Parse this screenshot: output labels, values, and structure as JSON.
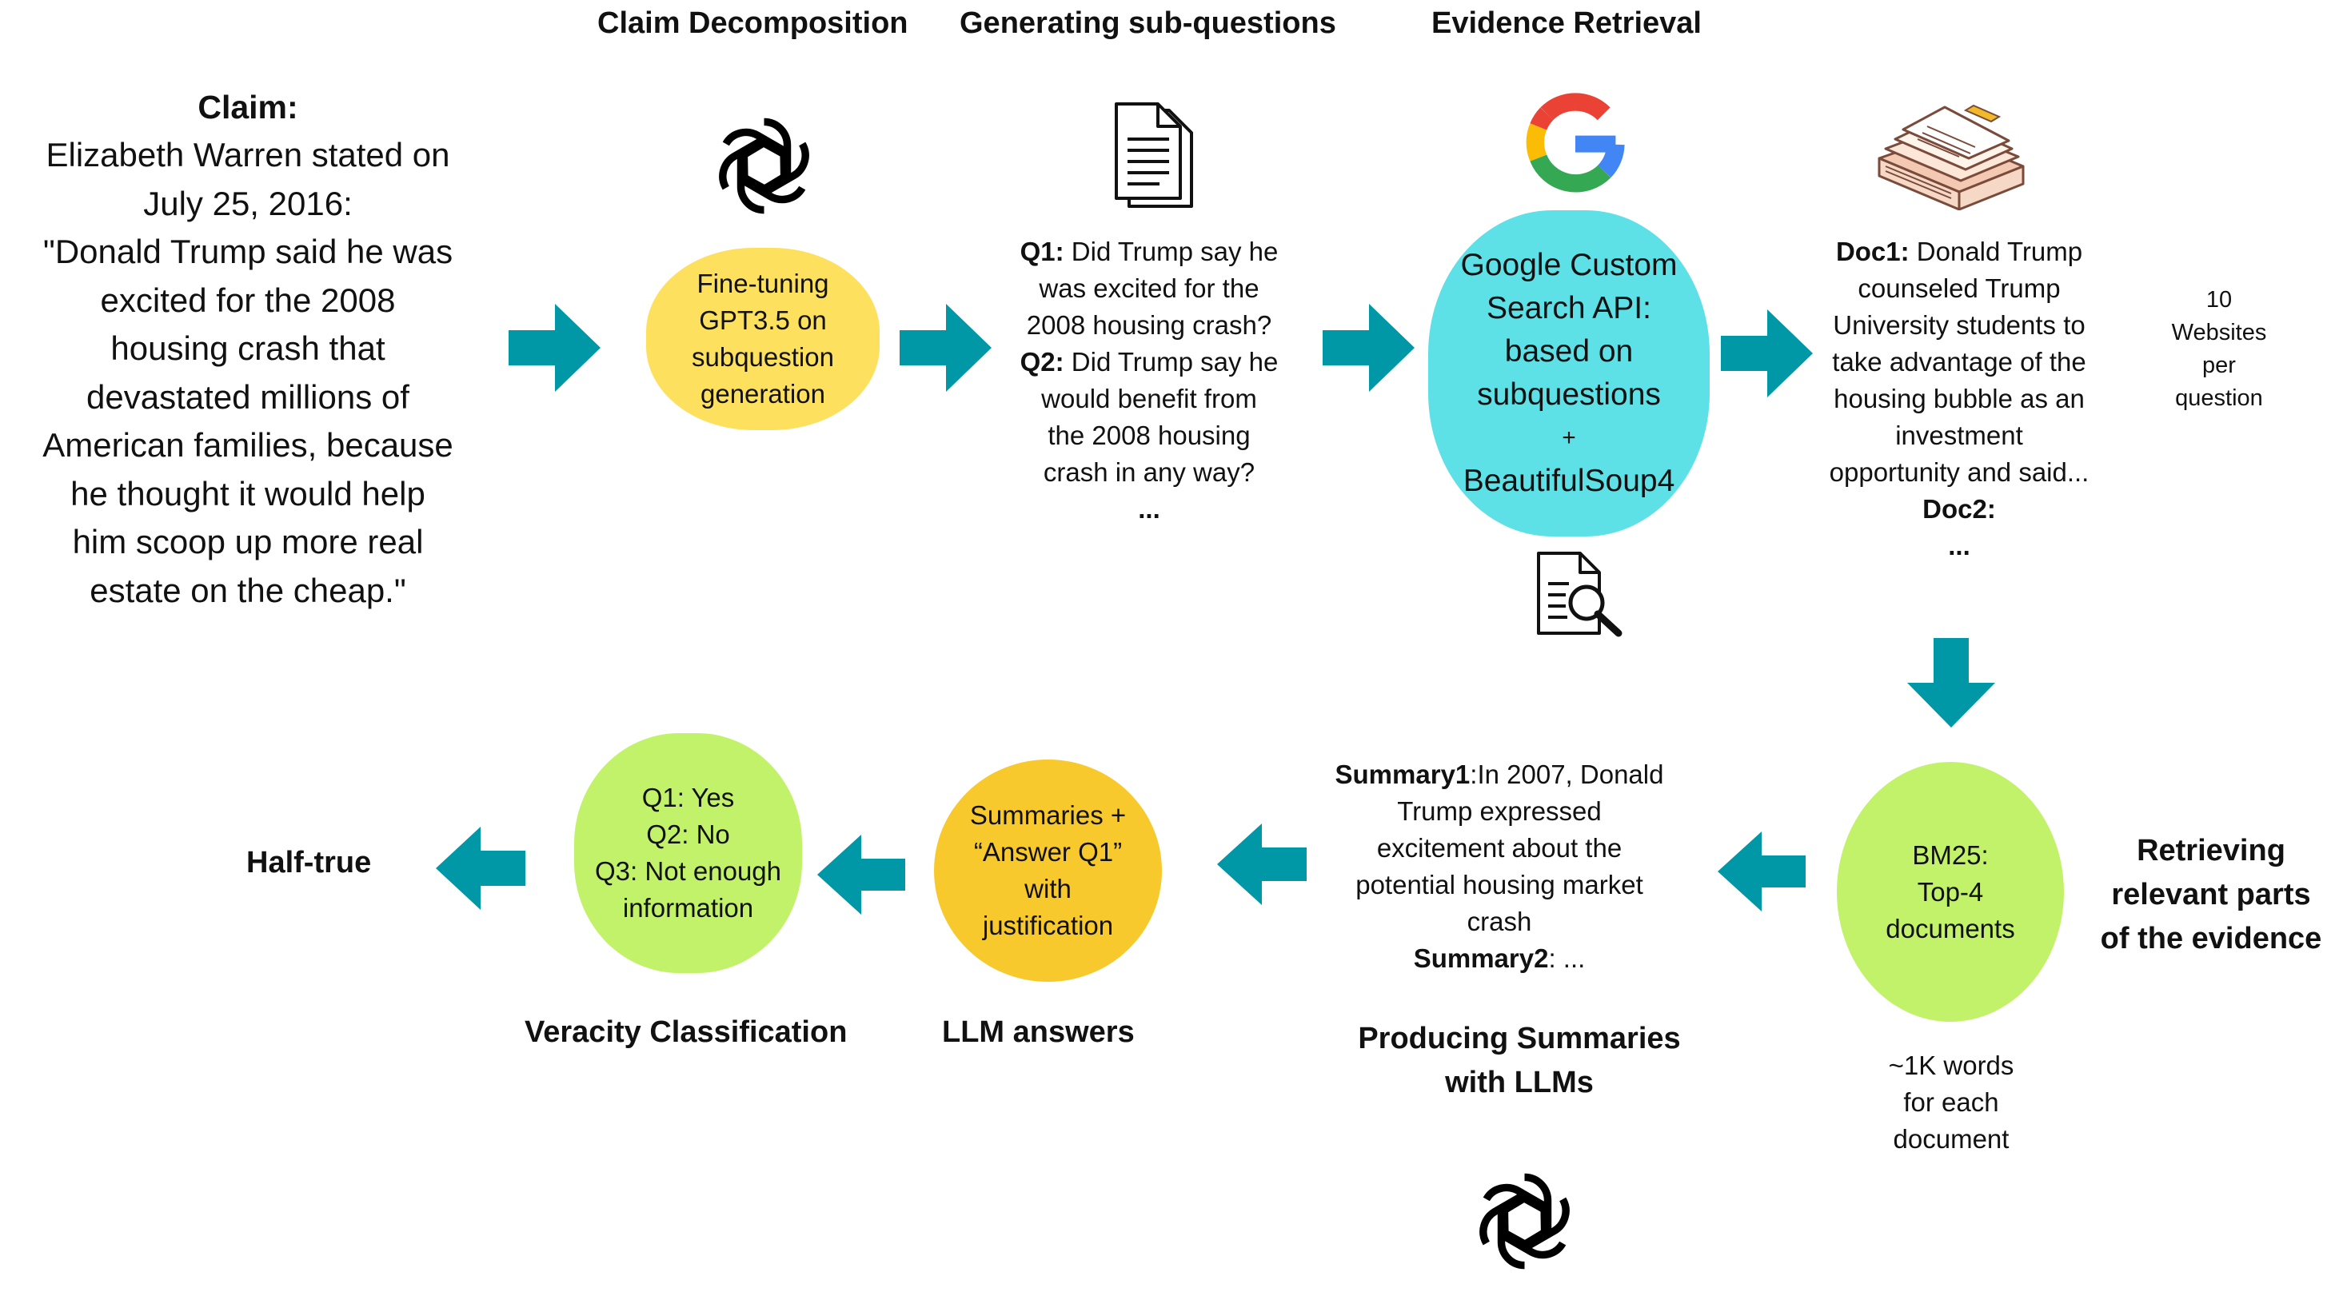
{
  "stage_titles": {
    "claim_decomposition": "Claim Decomposition",
    "generating_subquestions": "Generating sub-questions",
    "evidence_retrieval": "Evidence Retrieval",
    "retrieving_relevant": [
      "Retrieving",
      "relevant parts",
      "of the evidence"
    ],
    "producing_summaries": [
      "Producing Summaries",
      "with LLMs"
    ],
    "llm_answers": "LLM answers",
    "veracity_classification": "Veracity Classification"
  },
  "claim": {
    "label": "Claim:",
    "lines": [
      "Elizabeth Warren stated on",
      "July 25, 2016:",
      "\"Donald Trump said he was",
      "excited for the 2008",
      "housing crash that",
      "devastated millions of",
      "American families, because",
      "he thought it would help",
      "him scoop up more real",
      "estate on the cheap.\""
    ]
  },
  "finetune_node": [
    "Fine-tuning",
    "GPT3.5 on",
    "subquestion",
    "generation"
  ],
  "subquestions": {
    "q1_label": "Q1:",
    "q1_lines": [
      " Did Trump say he",
      "was excited for the",
      "2008 housing crash?"
    ],
    "q2_label": "Q2:",
    "q2_lines": [
      " Did Trump say he",
      "would benefit from",
      "the 2008 housing",
      "crash in any way?"
    ],
    "ellipsis": "..."
  },
  "search_node": [
    "Google Custom",
    "Search API:",
    "based on",
    "subquestions",
    "+",
    "BeautifulSoup4"
  ],
  "documents": {
    "doc1_label": "Doc1:",
    "doc1_lines": [
      " Donald Trump",
      "counseled Trump",
      "University students to",
      "take advantage of the",
      "housing bubble as an",
      "investment",
      "opportunity and said..."
    ],
    "doc2_label": "Doc2:",
    "ellipsis": "..."
  },
  "websites_note": [
    "10",
    "Websites",
    "per",
    "question"
  ],
  "bm25_node": [
    "BM25:",
    "Top-4",
    "documents"
  ],
  "words_note": [
    "~1K words",
    "for each",
    "document"
  ],
  "summaries": {
    "s1_label": "Summary1",
    "s1_lines": [
      ":In 2007, Donald",
      "Trump expressed",
      "excitement about the",
      "potential housing market",
      "crash"
    ],
    "s2_label": "Summary2",
    "s2_rest": ": ..."
  },
  "answer_node": [
    "Summaries +",
    "“Answer Q1”",
    "with",
    "justification"
  ],
  "verdict_node": [
    "Q1: Yes",
    "Q2: No",
    "Q3: Not enough",
    "information"
  ],
  "final_label": "Half-true",
  "icons": [
    "openai-logo-icon",
    "document-icon",
    "google-logo-icon",
    "search-document-icon",
    "paper-stack-icon"
  ],
  "colors": {
    "arrow": "#0097a7",
    "finetune": "#fde05e",
    "search": "#5de0e6",
    "green_node": "#c2f26a",
    "answer": "#f8c92d"
  }
}
